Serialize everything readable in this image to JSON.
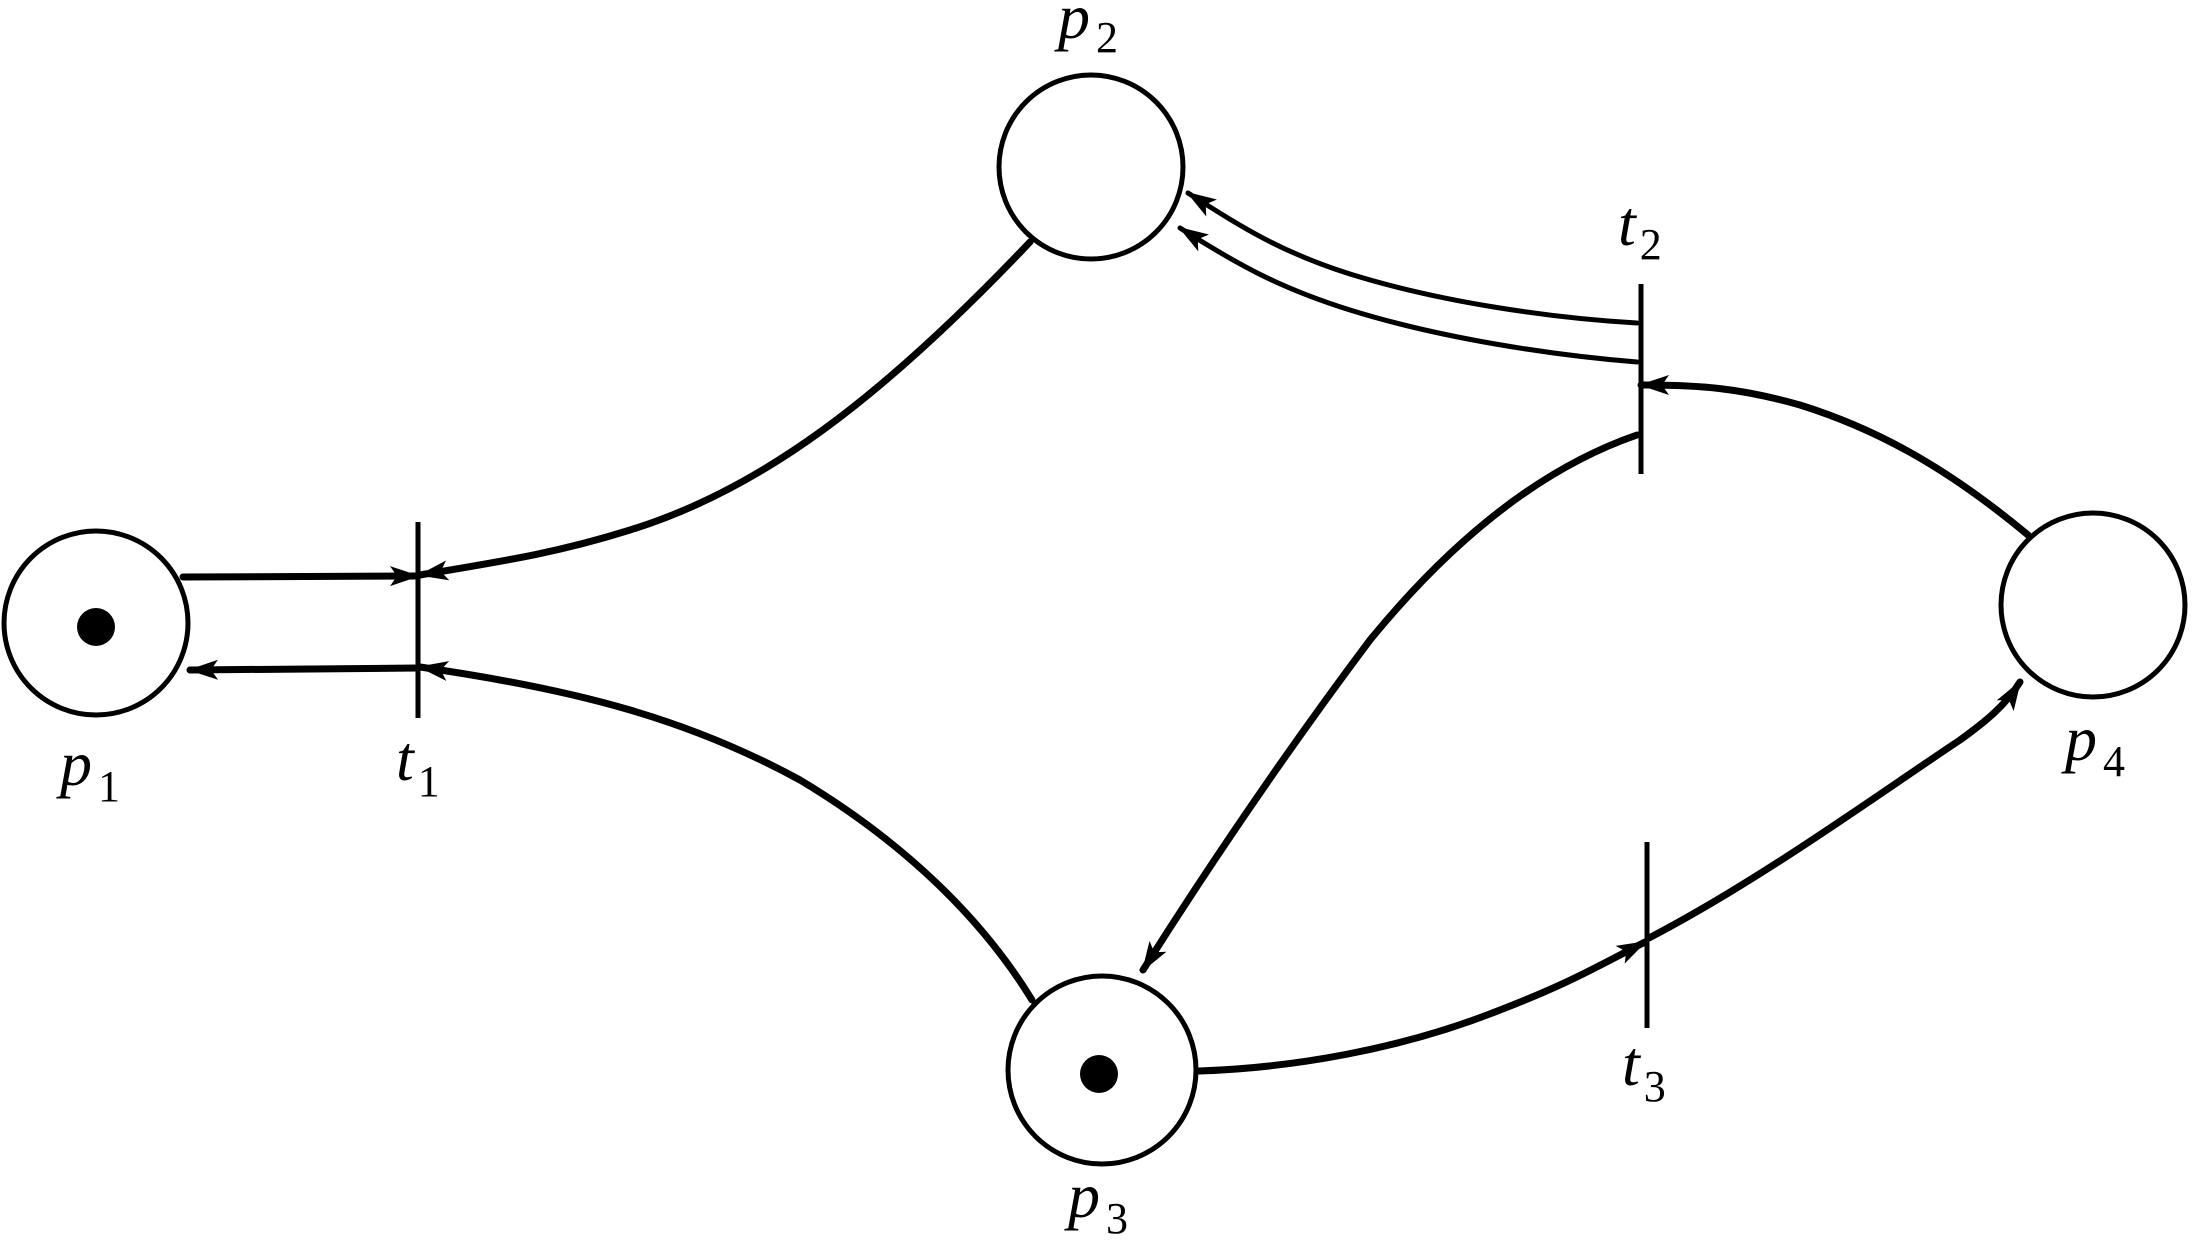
{
  "places": [
    {
      "id": "p1",
      "name": "p",
      "index": "1",
      "tokens": 1
    },
    {
      "id": "p2",
      "name": "p",
      "index": "2",
      "tokens": 0
    },
    {
      "id": "p3",
      "name": "p",
      "index": "3",
      "tokens": 1
    },
    {
      "id": "p4",
      "name": "p",
      "index": "4",
      "tokens": 0
    }
  ],
  "transitions": [
    {
      "id": "t1",
      "name": "t",
      "index": "1"
    },
    {
      "id": "t2",
      "name": "t",
      "index": "2"
    },
    {
      "id": "t3",
      "name": "t",
      "index": "3"
    }
  ],
  "arcs": [
    {
      "from": "p1",
      "to": "t1"
    },
    {
      "from": "t1",
      "to": "p1"
    },
    {
      "from": "p2",
      "to": "t1"
    },
    {
      "from": "p3",
      "to": "t1"
    },
    {
      "from": "t2",
      "to": "p2"
    },
    {
      "from": "t2",
      "to": "p2"
    },
    {
      "from": "t2",
      "to": "p3"
    },
    {
      "from": "p4",
      "to": "t2"
    },
    {
      "from": "p3",
      "to": "t3"
    },
    {
      "from": "t3",
      "to": "p4"
    }
  ]
}
